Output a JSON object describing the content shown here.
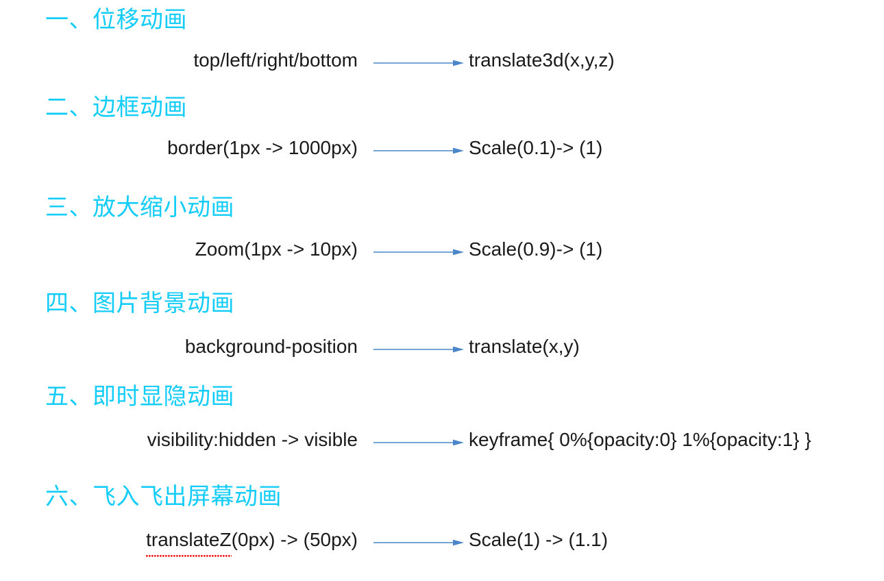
{
  "theme": {
    "background": "#ffffff",
    "heading_color": "#14ccf8",
    "text_color": "#1a1a1a",
    "arrow_color": "#4a86c8",
    "spellcheck_underline_color": "#ee1111"
  },
  "sections": [
    {
      "heading": "一、位移动画",
      "source": "top/left/right/bottom",
      "target": "translate3d(x,y,z)",
      "arrow": "right-arrow",
      "spellcheck_underline": ""
    },
    {
      "heading": "二、边框动画",
      "source": "border(1px -> 1000px)",
      "target": "Scale(0.1)-> (1)",
      "arrow": "right-arrow",
      "spellcheck_underline": ""
    },
    {
      "heading": "三、放大缩小动画",
      "source": "Zoom(1px -> 10px)",
      "target": "Scale(0.9)-> (1)",
      "arrow": "right-arrow",
      "spellcheck_underline": ""
    },
    {
      "heading": "四、图片背景动画",
      "source": "background-position",
      "target": "translate(x,y)",
      "arrow": "right-arrow",
      "spellcheck_underline": ""
    },
    {
      "heading": "五、即时显隐动画",
      "source": "visibility:hidden -> visible",
      "target": "keyframe{ 0%{opacity:0} 1%{opacity:1} }",
      "arrow": "right-arrow",
      "spellcheck_underline": ""
    },
    {
      "heading": "六、飞入飞出屏幕动画",
      "source_prefix": "translateZ",
      "source_suffix": "(0px) -> (50px)",
      "source": "translateZ(0px) -> (50px)",
      "target": "Scale(1) -> (1.1)",
      "arrow": "right-arrow",
      "spellcheck_underline": "translateZ"
    }
  ]
}
